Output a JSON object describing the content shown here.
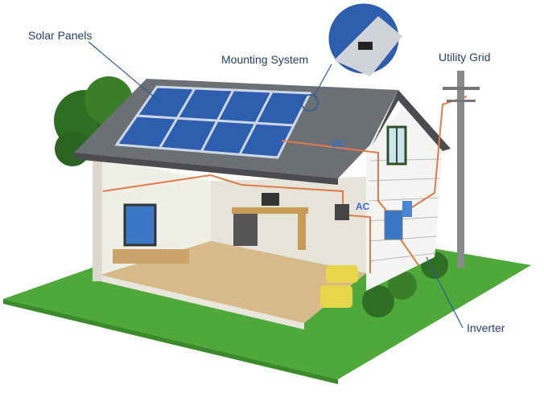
{
  "labels": {
    "solar_panels": "Solar Panels",
    "mounting_system": "Mounting System",
    "utility_grid": "Utility Grid",
    "inverter": "Inverter",
    "dc": "DC",
    "ac": "AC"
  },
  "colors": {
    "label_text": "#1f3f6e",
    "leader_line": "#2a5b9a",
    "wiring": "#e07a4a",
    "grass": "#4fa83a",
    "roof": "#6c6f73",
    "panel": "#2d5fae"
  }
}
